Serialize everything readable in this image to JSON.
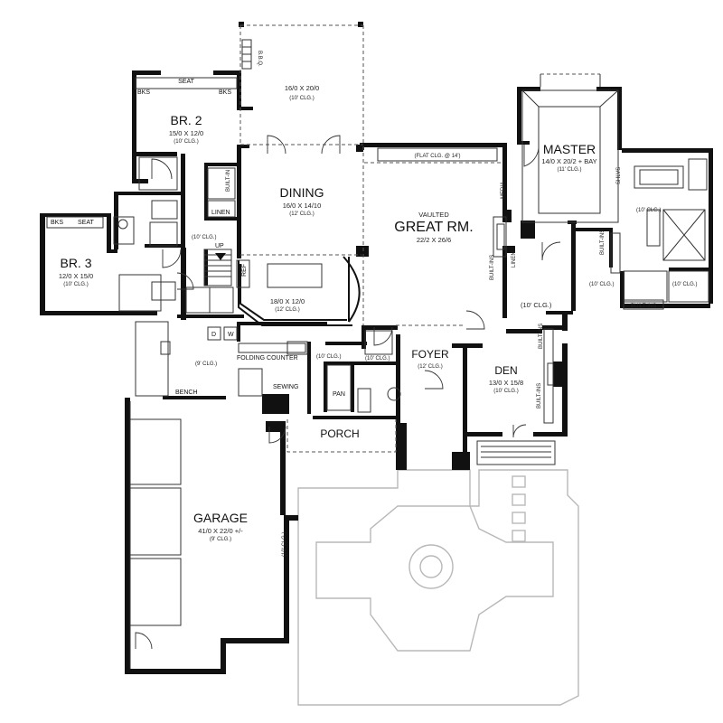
{
  "rooms": {
    "br2": {
      "name": "BR. 2",
      "dims": "15/0 X 12/0",
      "clg": "(10' CLG.)"
    },
    "br3": {
      "name": "BR. 3",
      "dims": "12/0 X 15/0",
      "clg": "(10' CLG.)"
    },
    "dining": {
      "name": "DINING",
      "dims": "16/0 X 14/10",
      "clg": "(12' CLG.)"
    },
    "patio": {
      "dims": "16/0 X 20/0",
      "clg": "(10' CLG.)"
    },
    "great": {
      "name": "GREAT RM.",
      "prefix": "VAULTED",
      "dims": "22/2 X 26/6",
      "note": "(FLAT CLG. @ 14')"
    },
    "master": {
      "name": "MASTER",
      "dims": "14/0 X 20/2 + BAY",
      "clg": "(11' CLG.)"
    },
    "kitchen": {
      "dims": "18/0 X 12/0",
      "clg": "(12' CLG.)"
    },
    "foyer": {
      "name": "FOYER",
      "clg": "(12' CLG.)"
    },
    "den": {
      "name": "DEN",
      "dims": "13/0 X 15/8",
      "clg": "(10' CLG.)"
    },
    "porch": {
      "name": "PORCH"
    },
    "garage": {
      "name": "GARAGE",
      "dims": "41/0 X 22/0 +/-",
      "clg": "(9' CLG.)",
      "side_clg": "(10' CLG.)"
    }
  },
  "labels": {
    "seat": "SEAT",
    "bks": "BKS",
    "bbq": "B.B.Q.",
    "built_in": "BUILT-IN",
    "built_ins": "BUILT-INS",
    "linen": "LINEN",
    "media": "MEDIA",
    "up": "UP",
    "ref": "REF",
    "folding_counter": "FOLDING COUNTER",
    "sewing": "SEWING",
    "bench": "BENCH",
    "pan": "PAN",
    "shlvs": "SHLVS",
    "d": "D",
    "w": "W",
    "clg10": "(10' CLG.)",
    "clg9": "(9' CLG.)"
  }
}
